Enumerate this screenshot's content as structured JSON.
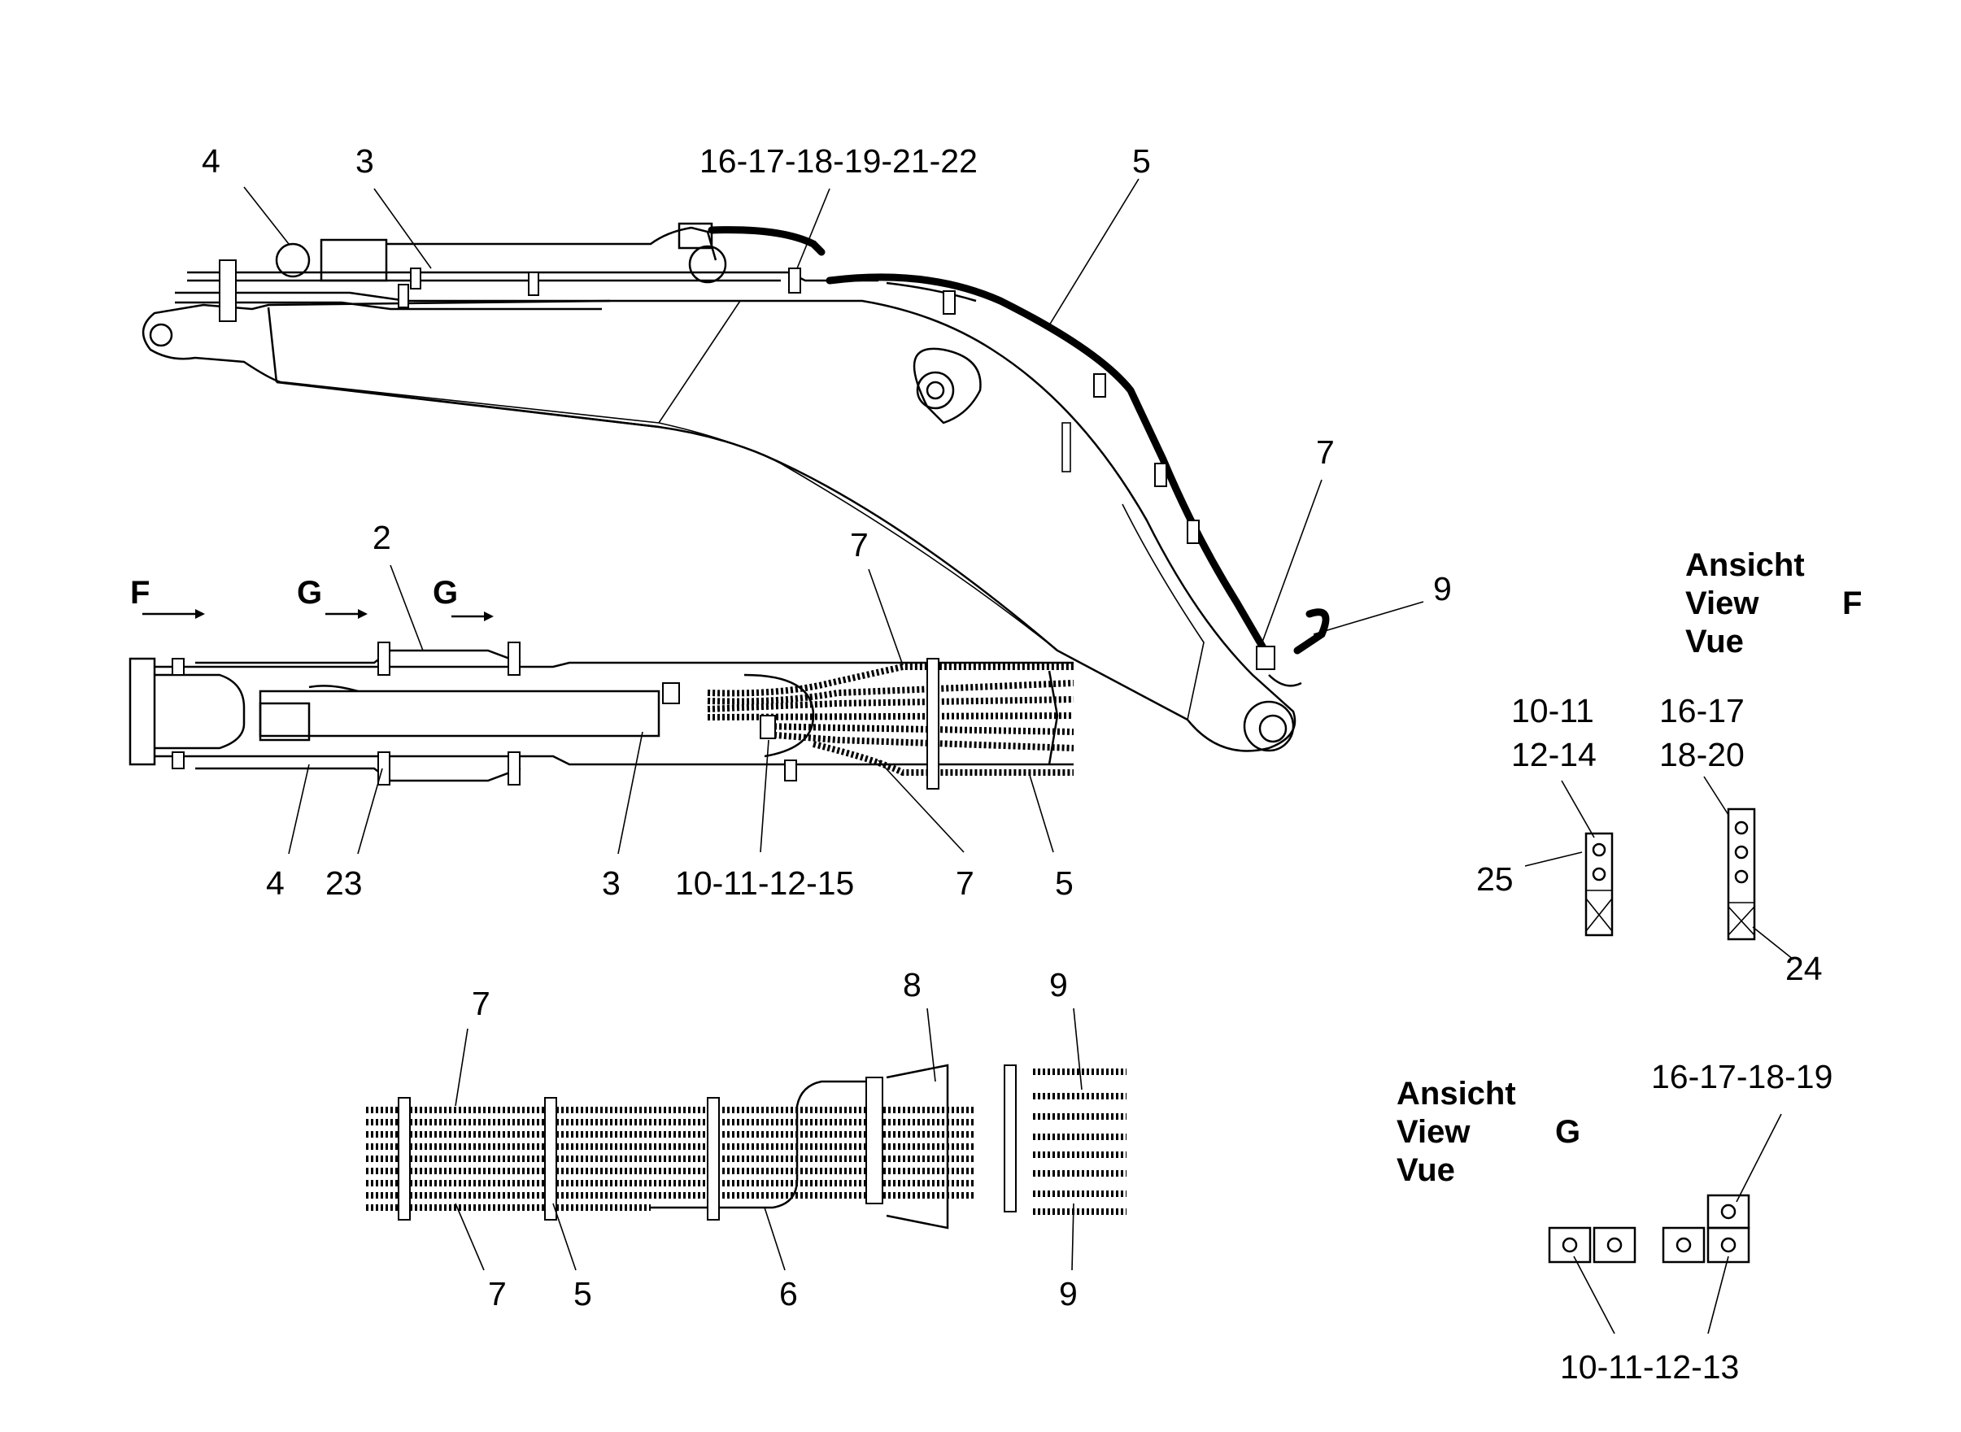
{
  "callouts": [
    {
      "id": "c1",
      "text": "4"
    },
    {
      "id": "c2",
      "text": "3"
    },
    {
      "id": "c3",
      "text": "16-17-18-19-21-22"
    },
    {
      "id": "c4",
      "text": "5"
    },
    {
      "id": "c5",
      "text": "7"
    },
    {
      "id": "c6",
      "text": "9"
    },
    {
      "id": "c7",
      "text": "2"
    },
    {
      "id": "c8",
      "text": "7"
    },
    {
      "id": "c9",
      "text": "4"
    },
    {
      "id": "c10",
      "text": "23"
    },
    {
      "id": "c11",
      "text": "3"
    },
    {
      "id": "c12",
      "text": "10-11-12-15"
    },
    {
      "id": "c13",
      "text": "7"
    },
    {
      "id": "c14",
      "text": "5"
    },
    {
      "id": "c15",
      "text": "7"
    },
    {
      "id": "c16",
      "text": "8"
    },
    {
      "id": "c17",
      "text": "9"
    },
    {
      "id": "c18",
      "text": "7"
    },
    {
      "id": "c19",
      "text": "5"
    },
    {
      "id": "c20",
      "text": "6"
    },
    {
      "id": "c21",
      "text": "9"
    },
    {
      "id": "c22",
      "text": "10-11"
    },
    {
      "id": "c23",
      "text": "12-14"
    },
    {
      "id": "c24",
      "text": "16-17"
    },
    {
      "id": "c25",
      "text": "18-20"
    },
    {
      "id": "c26",
      "text": "25"
    },
    {
      "id": "c27",
      "text": "24"
    },
    {
      "id": "c28",
      "text": "16-17-18-19"
    },
    {
      "id": "c29",
      "text": "10-11-12-13"
    }
  ],
  "arrows": {
    "f": "F",
    "g1": "G",
    "g2": "G"
  },
  "view_f": {
    "l1": "Ansicht",
    "l2": "View",
    "l3": "Vue",
    "letter": "F"
  },
  "view_g": {
    "l1": "Ansicht",
    "l2": "View",
    "l3": "Vue",
    "letter": "G"
  }
}
